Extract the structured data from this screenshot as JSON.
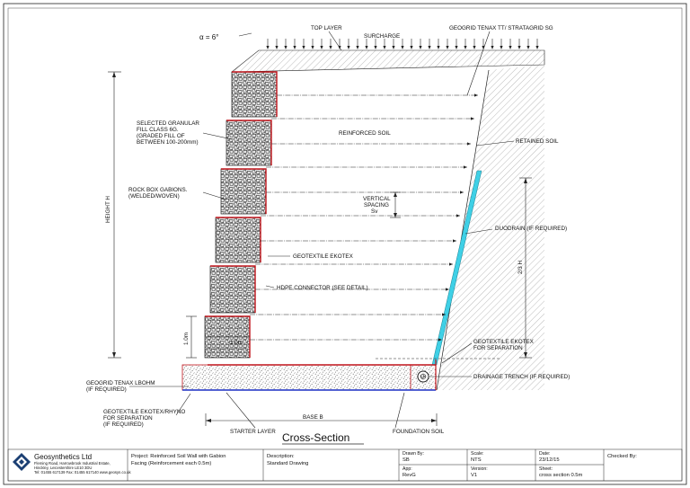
{
  "drawing": {
    "angle_symbol": "α = 6°",
    "labels": {
      "top_layer": "TOP LAYER",
      "surcharge": "SURCHARGE",
      "geogrid_top": "GEOGRID TENAX TT/ STRATAGRID SG",
      "fill_1": "SELECTED GRANULAR",
      "fill_2": "FILL CLASS 6G.",
      "fill_3": "(GRADED FILL OF",
      "fill_4": "BETWEEN 100-200mm)",
      "reinforced_soil": "REINFORCED SOIL",
      "retained_soil": "RETAINED SOIL",
      "gabions_1": "ROCK BOX GABIONS.",
      "gabions_2": "(WELDED/WOVEN)",
      "vertical_1": "VERTICAL",
      "vertical_2": "SPACING",
      "vertical_3": "Sv",
      "duodrain": "DUODRAIN (IF REQUIRED)",
      "height": "HEIGHT H",
      "two_thirds": "2/3 H",
      "geotextile_ekotex": "GEOTEXTILE EKOTEX",
      "hdpe": "HDPE CONNECTOR (SEE DETAIL)",
      "one_m_vertical": "1.0m",
      "one_m_horizontal": "1.0m",
      "geotextile_sep_1": "GEOTEXTILE EKOTEX",
      "geotextile_sep_2": "FOR SEPARATION",
      "drainage_trench": "DRAINAGE TRENCH (IF REQUIRED)",
      "lbohm_1": "GEOGRID TENAX LBOHM",
      "lbohm_2": "(IF REQUIRED)",
      "rhyno_1": "GEOTEXTILE EKOTEX/RHYNO",
      "rhyno_2": "FOR SEPARATION",
      "rhyno_3": "(IF REQUIRED)",
      "base": "BASE B",
      "starter_layer": "STARTER LAYER",
      "foundation_soil": "FOUNDATION SOIL",
      "title": "Cross-Section"
    }
  },
  "title_block": {
    "company": "Geosynthetics Ltd",
    "address_1": "Fleming Road, Harrowbrook Industrial Estate,",
    "address_2": "Hinckley, Leicestershire LE10 3DU",
    "address_3": "Tel: 01455 617139  Fax: 01455 617140  www.geosyn.co.uk",
    "project_1": "Project: Reinforced Soil Wall with Gabion",
    "project_2": "Facing (Reinforcement each 0.5m)",
    "description_label": "Description:",
    "description_value": "Standard Drawing",
    "drawn_by_label": "Drawn By:",
    "drawn_by_value": "SB",
    "app_label": "App:",
    "app_value": "RevG",
    "scale_label": "Scale:",
    "scale_value": "NTS",
    "version_label": "Version:",
    "version_value": "V1",
    "date_label": "Date:",
    "date_value": "23/12/15",
    "sheet_label": "Sheet:",
    "sheet_value": "cross section 0.5m",
    "checked_label": "Checked By:",
    "checked_value": ""
  },
  "colors": {
    "red_outline": "#c0141b",
    "blue_geogrid": "#1a2fc4",
    "cyan_drain": "#3fd0e6"
  }
}
